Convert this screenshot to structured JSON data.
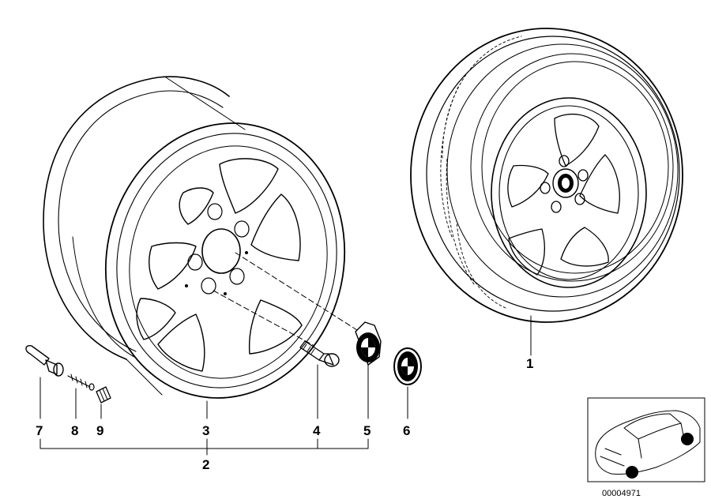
{
  "diagram": {
    "callouts": {
      "c1": "1",
      "c2": "2",
      "c3": "3",
      "c4": "4",
      "c5": "5",
      "c6": "6",
      "c7": "7",
      "c8": "8",
      "c9": "9"
    },
    "doc_number": "00004971"
  },
  "colors": {
    "ink": "#000000",
    "background": "#ffffff"
  }
}
